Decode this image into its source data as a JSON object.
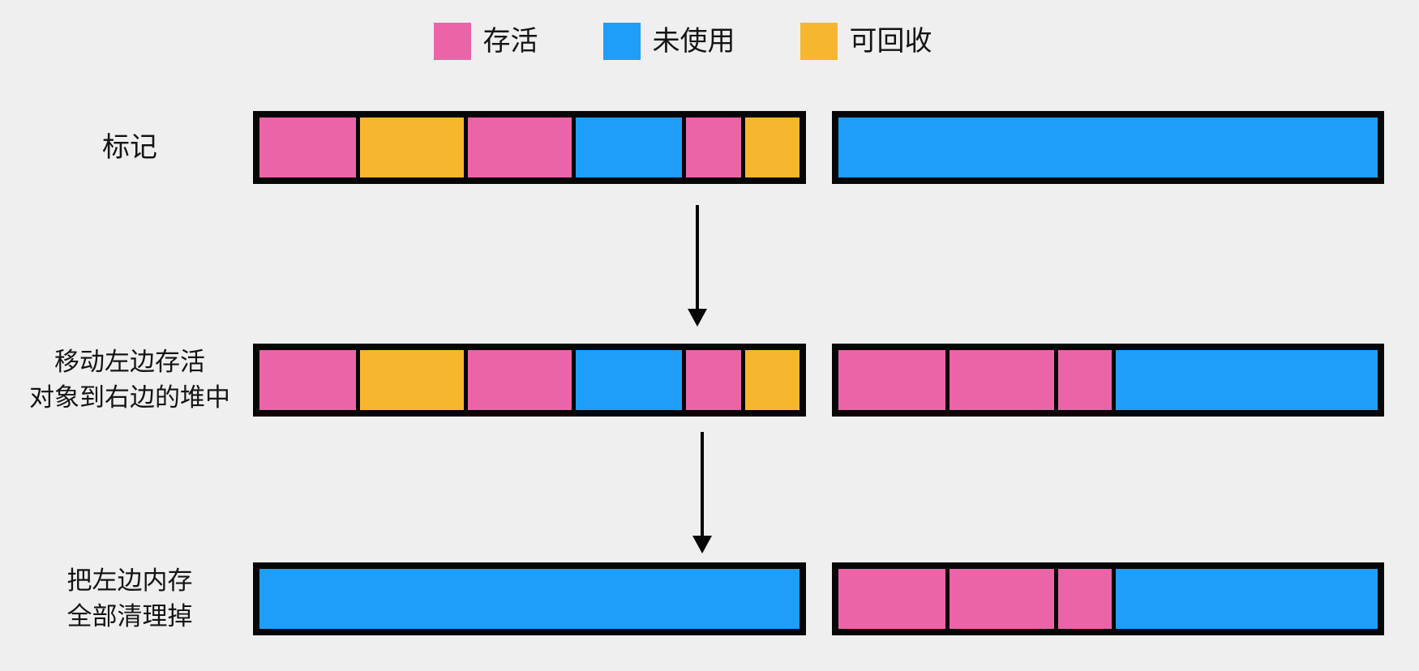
{
  "colors": {
    "alive": "#ec64a8",
    "unused": "#1e9efa",
    "recyclable": "#f6b72e",
    "outline": "#060606",
    "background": "#efefef",
    "text": "#141414"
  },
  "legend": {
    "items": [
      {
        "key": "alive",
        "label": "存活"
      },
      {
        "key": "unused",
        "label": "未使用"
      },
      {
        "key": "recyclable",
        "label": "可回收"
      }
    ]
  },
  "rows": [
    {
      "label_lines": [
        "标记"
      ],
      "left_bar": {
        "segments": [
          {
            "color": "alive",
            "flex": 18.5
          },
          {
            "color": "recyclable",
            "flex": 20
          },
          {
            "color": "alive",
            "flex": 20
          },
          {
            "color": "unused",
            "flex": 20.5
          },
          {
            "color": "alive",
            "flex": 10.5
          },
          {
            "color": "recyclable",
            "flex": 10.5
          }
        ]
      },
      "right_bar": {
        "segments": [
          {
            "color": "unused",
            "flex": 100
          }
        ]
      }
    },
    {
      "label_lines": [
        "移动左边存活",
        "对象到右边的堆中"
      ],
      "left_bar": {
        "segments": [
          {
            "color": "alive",
            "flex": 18.5
          },
          {
            "color": "recyclable",
            "flex": 20
          },
          {
            "color": "alive",
            "flex": 20
          },
          {
            "color": "unused",
            "flex": 20.5
          },
          {
            "color": "alive",
            "flex": 10.5
          },
          {
            "color": "recyclable",
            "flex": 10.5
          }
        ]
      },
      "right_bar": {
        "segments": [
          {
            "color": "alive",
            "flex": 20
          },
          {
            "color": "alive",
            "flex": 19.5
          },
          {
            "color": "alive",
            "flex": 10
          },
          {
            "color": "unused",
            "flex": 49
          }
        ]
      }
    },
    {
      "label_lines": [
        "把左边内存",
        "全部清理掉"
      ],
      "left_bar": {
        "segments": [
          {
            "color": "unused",
            "flex": 100
          }
        ]
      },
      "right_bar": {
        "segments": [
          {
            "color": "alive",
            "flex": 20
          },
          {
            "color": "alive",
            "flex": 19.5
          },
          {
            "color": "alive",
            "flex": 10
          },
          {
            "color": "unused",
            "flex": 49
          }
        ]
      }
    }
  ]
}
